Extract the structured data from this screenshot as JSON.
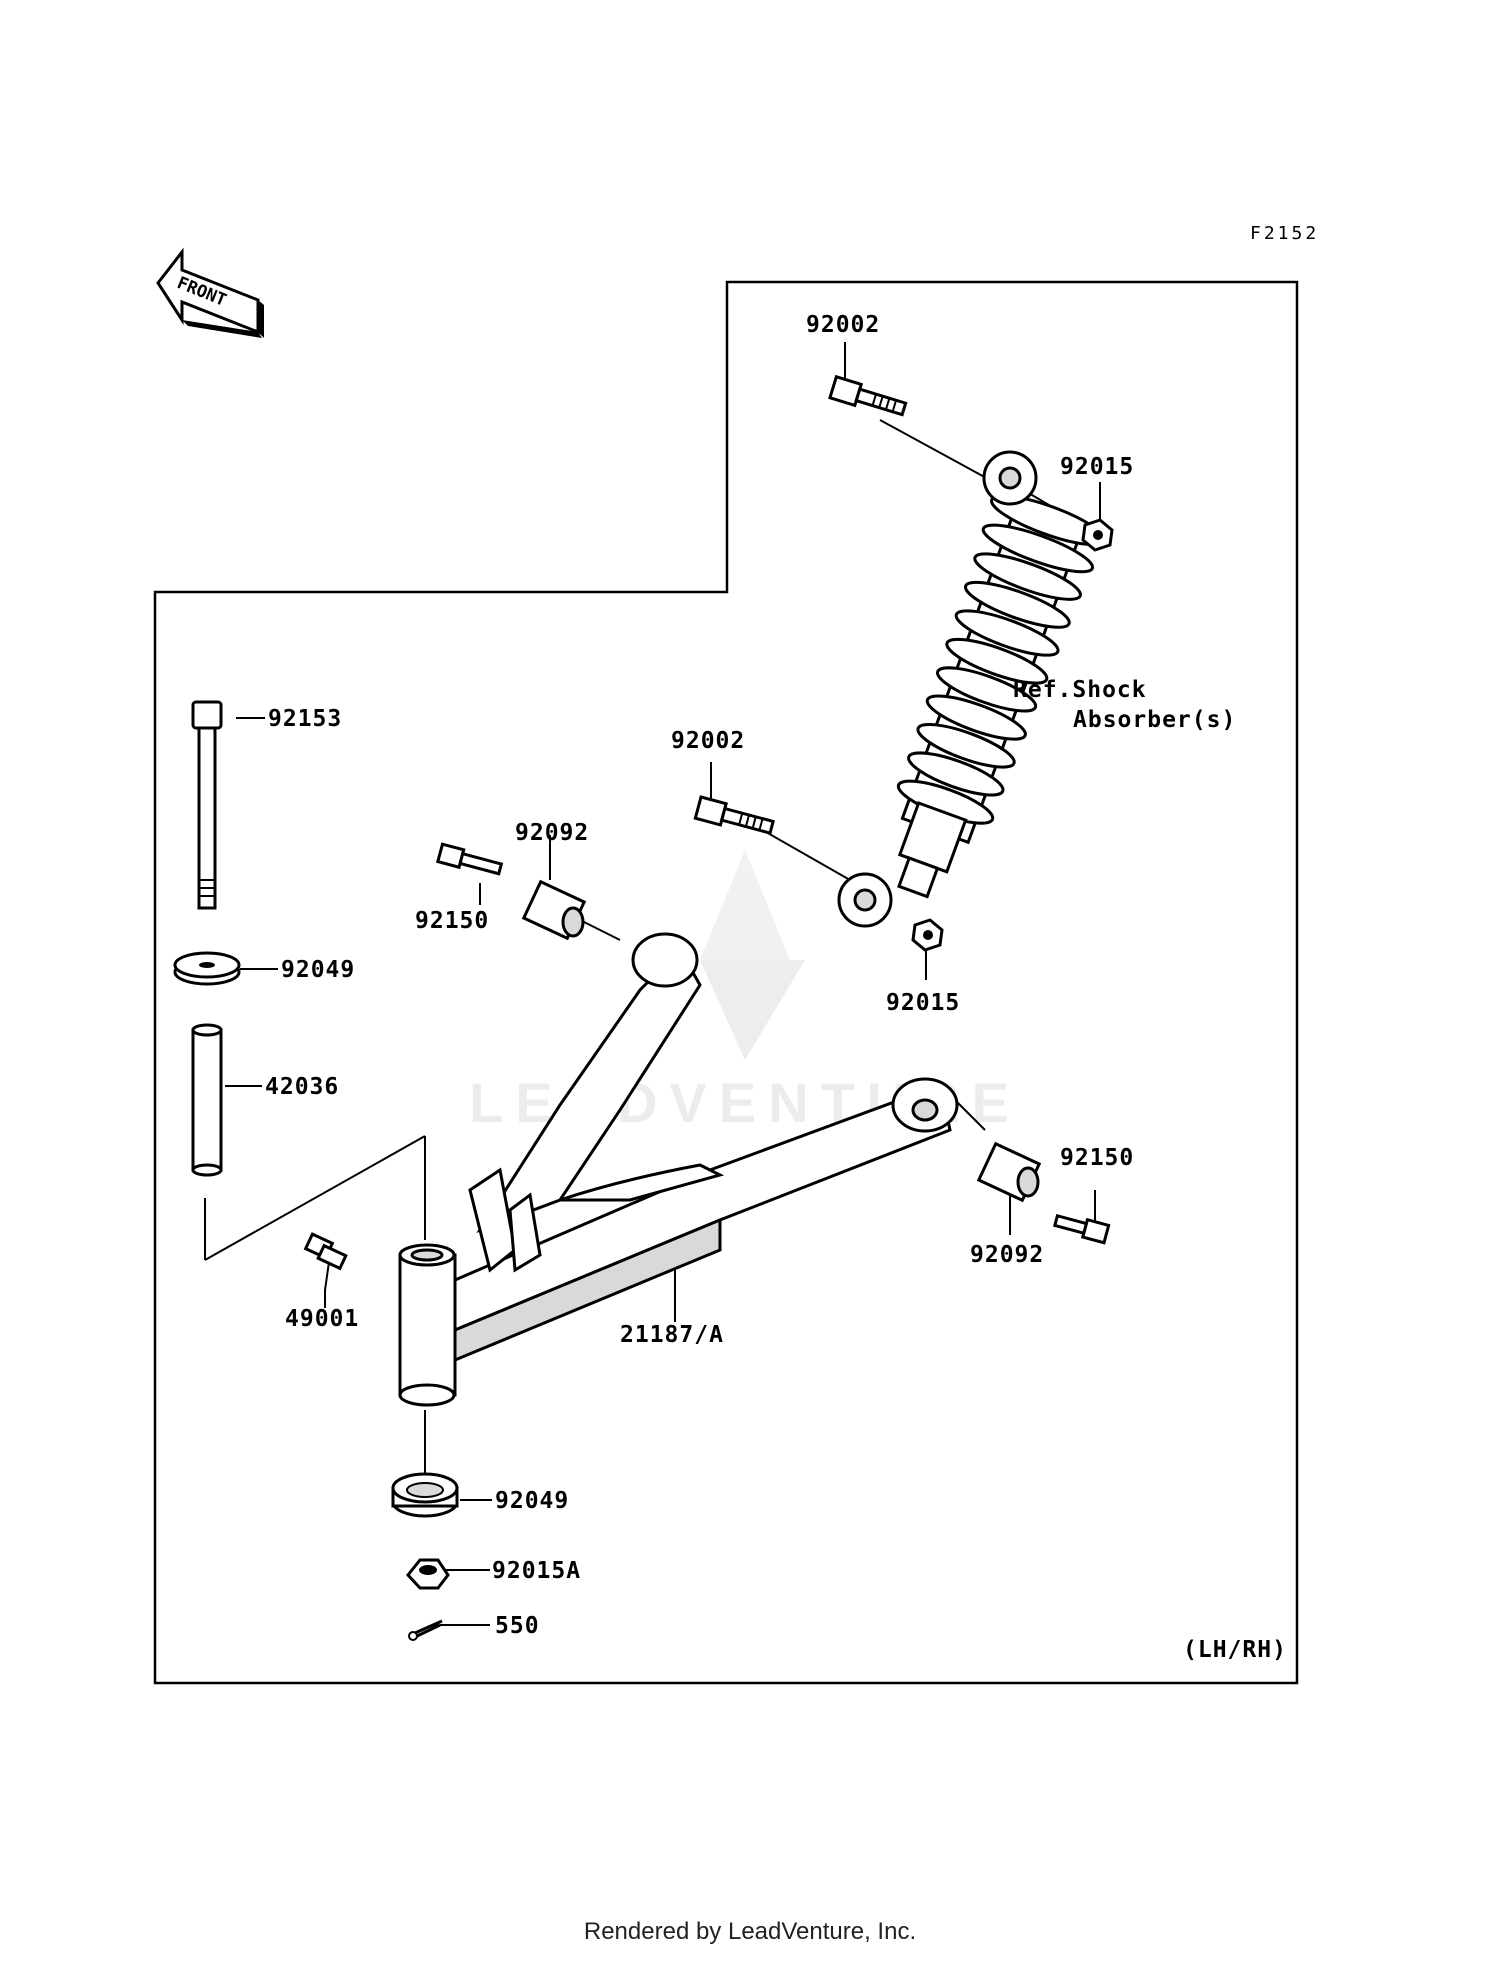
{
  "diagram_code": "F2152",
  "front_label": "FRONT",
  "watermark": "LEADVENTURE",
  "side_note": "(LH/RH)",
  "ref_shock": {
    "line1": "Ref.Shock",
    "line2": "Absorber(s)"
  },
  "footer": "Rendered by LeadVenture, Inc.",
  "callouts": {
    "bolt_upper": "92002",
    "nut_upper": "92015",
    "bolt_lower": "92002",
    "nut_lower": "92015",
    "pivot_bolt": "92153",
    "washer_top": "92049",
    "collar": "42036",
    "bolt_front_left": "92150",
    "bushing_left": "92092",
    "bushing_right": "92092",
    "bolt_front_right": "92150",
    "grease_fitting": "49001",
    "a_arm": "21187/A",
    "seal_bottom": "92049",
    "nut_castle": "92015A",
    "cotter_pin": "550"
  }
}
